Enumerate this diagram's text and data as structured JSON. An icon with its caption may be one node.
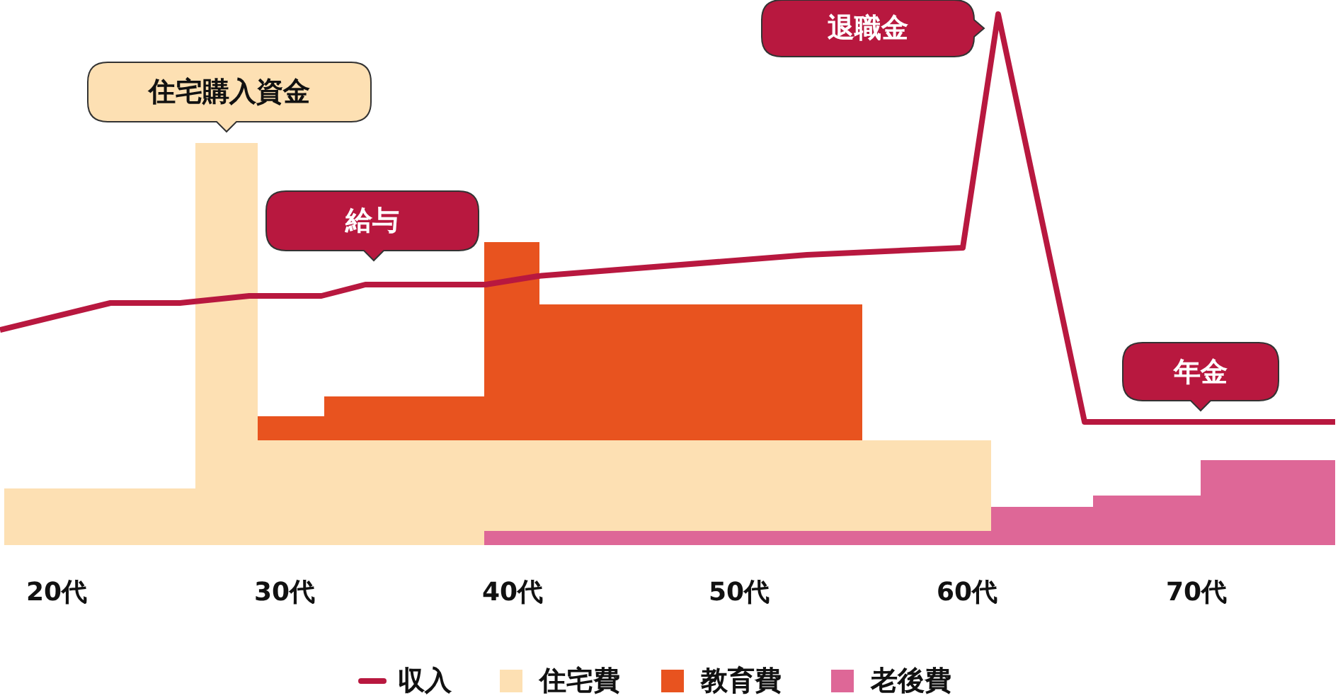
{
  "diagram": {
    "nodes": [
      {
        "text": [
          "住宅購入資金"
        ]
      },
      {
        "text": [
          "給与"
        ]
      },
      {
        "text": [
          "退職金"
        ]
      },
      {
        "text": [
          "年金"
        ]
      }
    ],
    "labels": [
      "20代",
      "30代",
      "40代",
      "50代",
      "60代",
      "70代"
    ],
    "legend": [
      {
        "text": "収入"
      },
      {
        "text": "住宅費",
        "color": "#fde0b3"
      },
      {
        "text": "教育費",
        "color": "#e8531f"
      },
      {
        "text": "老後費",
        "color": "#de6797"
      }
    ]
  }
}
